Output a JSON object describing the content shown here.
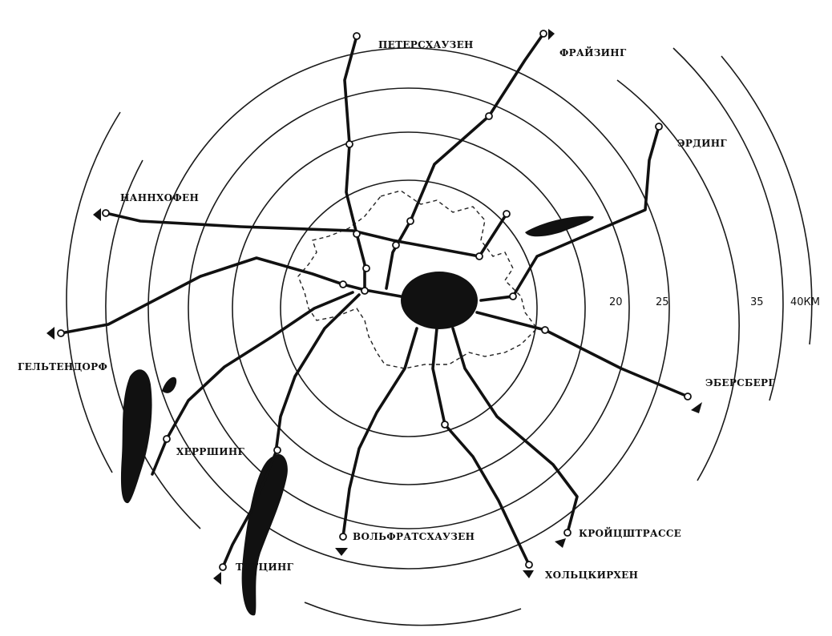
{
  "stations": {
    "petershausen": "ПЕТЕРСХАУЗЕН",
    "freising": "ФРАЙЗИНГ",
    "erding": "ЭРДИНГ",
    "nannhofen": "НАННХОФЕН",
    "geltendorf": "ГЕЛЬТЕНДОРФ",
    "herrsching": "ХЕРРШИНГ",
    "tutzing": "ТУТЦИНГ",
    "wolfratshausen": "ВОЛЬФРАТСХАУЗЕН",
    "kreuzstrasse": "КРОЙЦШТРАССЕ",
    "holzkirchen": "ХОЛЬЦКИРХЕН",
    "ebersberg": "ЭБЕРСБЕРГ"
  },
  "distance_labels": [
    "20",
    "25",
    "35",
    "40КМ"
  ],
  "colors": {
    "ink": "#111111",
    "paper": "#ffffff"
  }
}
